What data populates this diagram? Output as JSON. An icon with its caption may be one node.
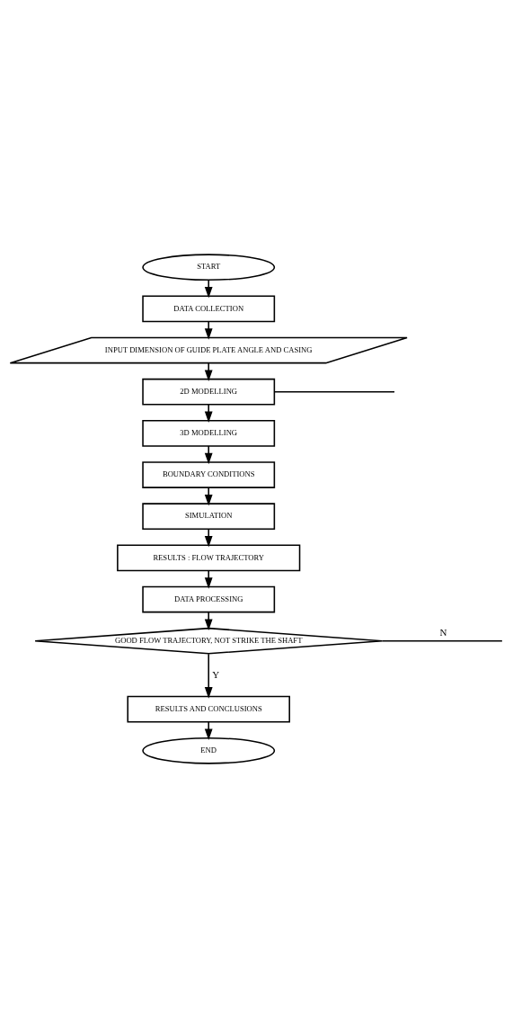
{
  "diagram": {
    "nodes": [
      {
        "text": [
          "START"
        ]
      },
      {
        "text": [
          "DATA COLLECTION"
        ]
      },
      {
        "text": [
          "INPUT DIMENSION OF GUIDE PLATE ANGLE AND CASING"
        ]
      },
      {
        "text": [
          "2D MODELLING"
        ]
      },
      {
        "text": [
          "3D MODELLING"
        ]
      },
      {
        "text": [
          "BOUNDARY CONDITIONS"
        ]
      },
      {
        "text": [
          "SIMULATION"
        ]
      },
      {
        "text": [
          "RESULTS : FLOW TRAJECTORY"
        ]
      },
      {
        "text": [
          "DATA PROCESSING"
        ]
      },
      {
        "text": [
          "GOOD FLOW TRAJECTORY, NOT STRIKE THE SHAFT"
        ]
      },
      {
        "text": [
          "RESULTS AND CONCLUSIONS"
        ]
      },
      {
        "text": [
          "END"
        ]
      }
    ],
    "edges": [
      {
        "from": 0,
        "to": 1,
        "arrow": "to"
      },
      {
        "from": 1,
        "to": 2,
        "arrow": "to"
      },
      {
        "from": 2,
        "to": 3,
        "arrow": "to"
      },
      {
        "from": 3,
        "to": 4,
        "arrow": "to"
      },
      {
        "from": 4,
        "to": 5,
        "arrow": "to"
      },
      {
        "from": 5,
        "to": 6,
        "arrow": "to"
      },
      {
        "from": 6,
        "to": 7,
        "arrow": "to"
      },
      {
        "from": 7,
        "to": 8,
        "arrow": "to"
      },
      {
        "from": 8,
        "to": 9,
        "arrow": "to"
      },
      {
        "from": 9,
        "to": 10,
        "label": "Y",
        "arrow": "to"
      },
      {
        "from": 10,
        "to": 11,
        "arrow": "to"
      },
      {
        "from": 3,
        "to": null,
        "arrow": "none"
      },
      {
        "from": 9,
        "to": null,
        "label": "N",
        "arrow": "none"
      }
    ]
  }
}
